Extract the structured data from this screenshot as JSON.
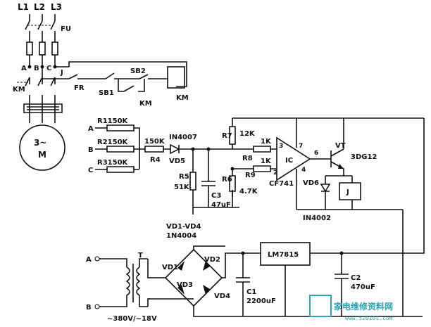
{
  "phase_labels": [
    "L1",
    "L2",
    "L3"
  ],
  "fuse_label": "FU",
  "node_labels": {
    "a": "A",
    "b": "B",
    "c": "C"
  },
  "contactor_label": "KM",
  "relay_contact_j": "J",
  "thermal_relay": "FR",
  "stop_button": "SB2",
  "start_button": "SB1",
  "coil_label": "KM",
  "holding_contact": "KM",
  "motor": {
    "line1": "3~",
    "line2": "M"
  },
  "sense_inputs": [
    {
      "node": "A",
      "label": "R1150K"
    },
    {
      "node": "B",
      "label": "R2150K"
    },
    {
      "node": "C",
      "label": "R3150K"
    }
  ],
  "r4": {
    "value": "150K",
    "name": "R4"
  },
  "diode_in": {
    "part": "IN4007",
    "name": "VD5"
  },
  "r5": {
    "name": "R5",
    "value": "51K"
  },
  "c3": {
    "name": "C3",
    "value": "47uF"
  },
  "r7": {
    "name": "R7",
    "value": "12K"
  },
  "r8": {
    "name": "R8",
    "value": "1K"
  },
  "r9": {
    "name": "R9",
    "value": "1K"
  },
  "r6": {
    "name": "R6",
    "value": "4.7K"
  },
  "ic": {
    "name": "IC",
    "part": "CF741",
    "pins": [
      "3",
      "2",
      "7",
      "6",
      "4"
    ]
  },
  "transistor": {
    "name": "VT",
    "part": "3DG12"
  },
  "vd6": "VD6",
  "relay_j": "J",
  "flyback_diode": "IN4002",
  "bridge": {
    "title": "VD1-VD4",
    "part": "1N4004",
    "d1": "VD1",
    "d2": "VD2",
    "d3": "VD3",
    "d4": "VD4"
  },
  "transformer": {
    "name": "T",
    "rating": "~380V/~18V"
  },
  "mains_a": "A",
  "mains_b": "B",
  "regulator": "LM7815",
  "c1": {
    "name": "C1",
    "value": "2200uF"
  },
  "c2": {
    "name": "C2",
    "value": "470uF"
  },
  "watermark": {
    "title": "家电维修资料网",
    "url": "www.520101.com"
  }
}
